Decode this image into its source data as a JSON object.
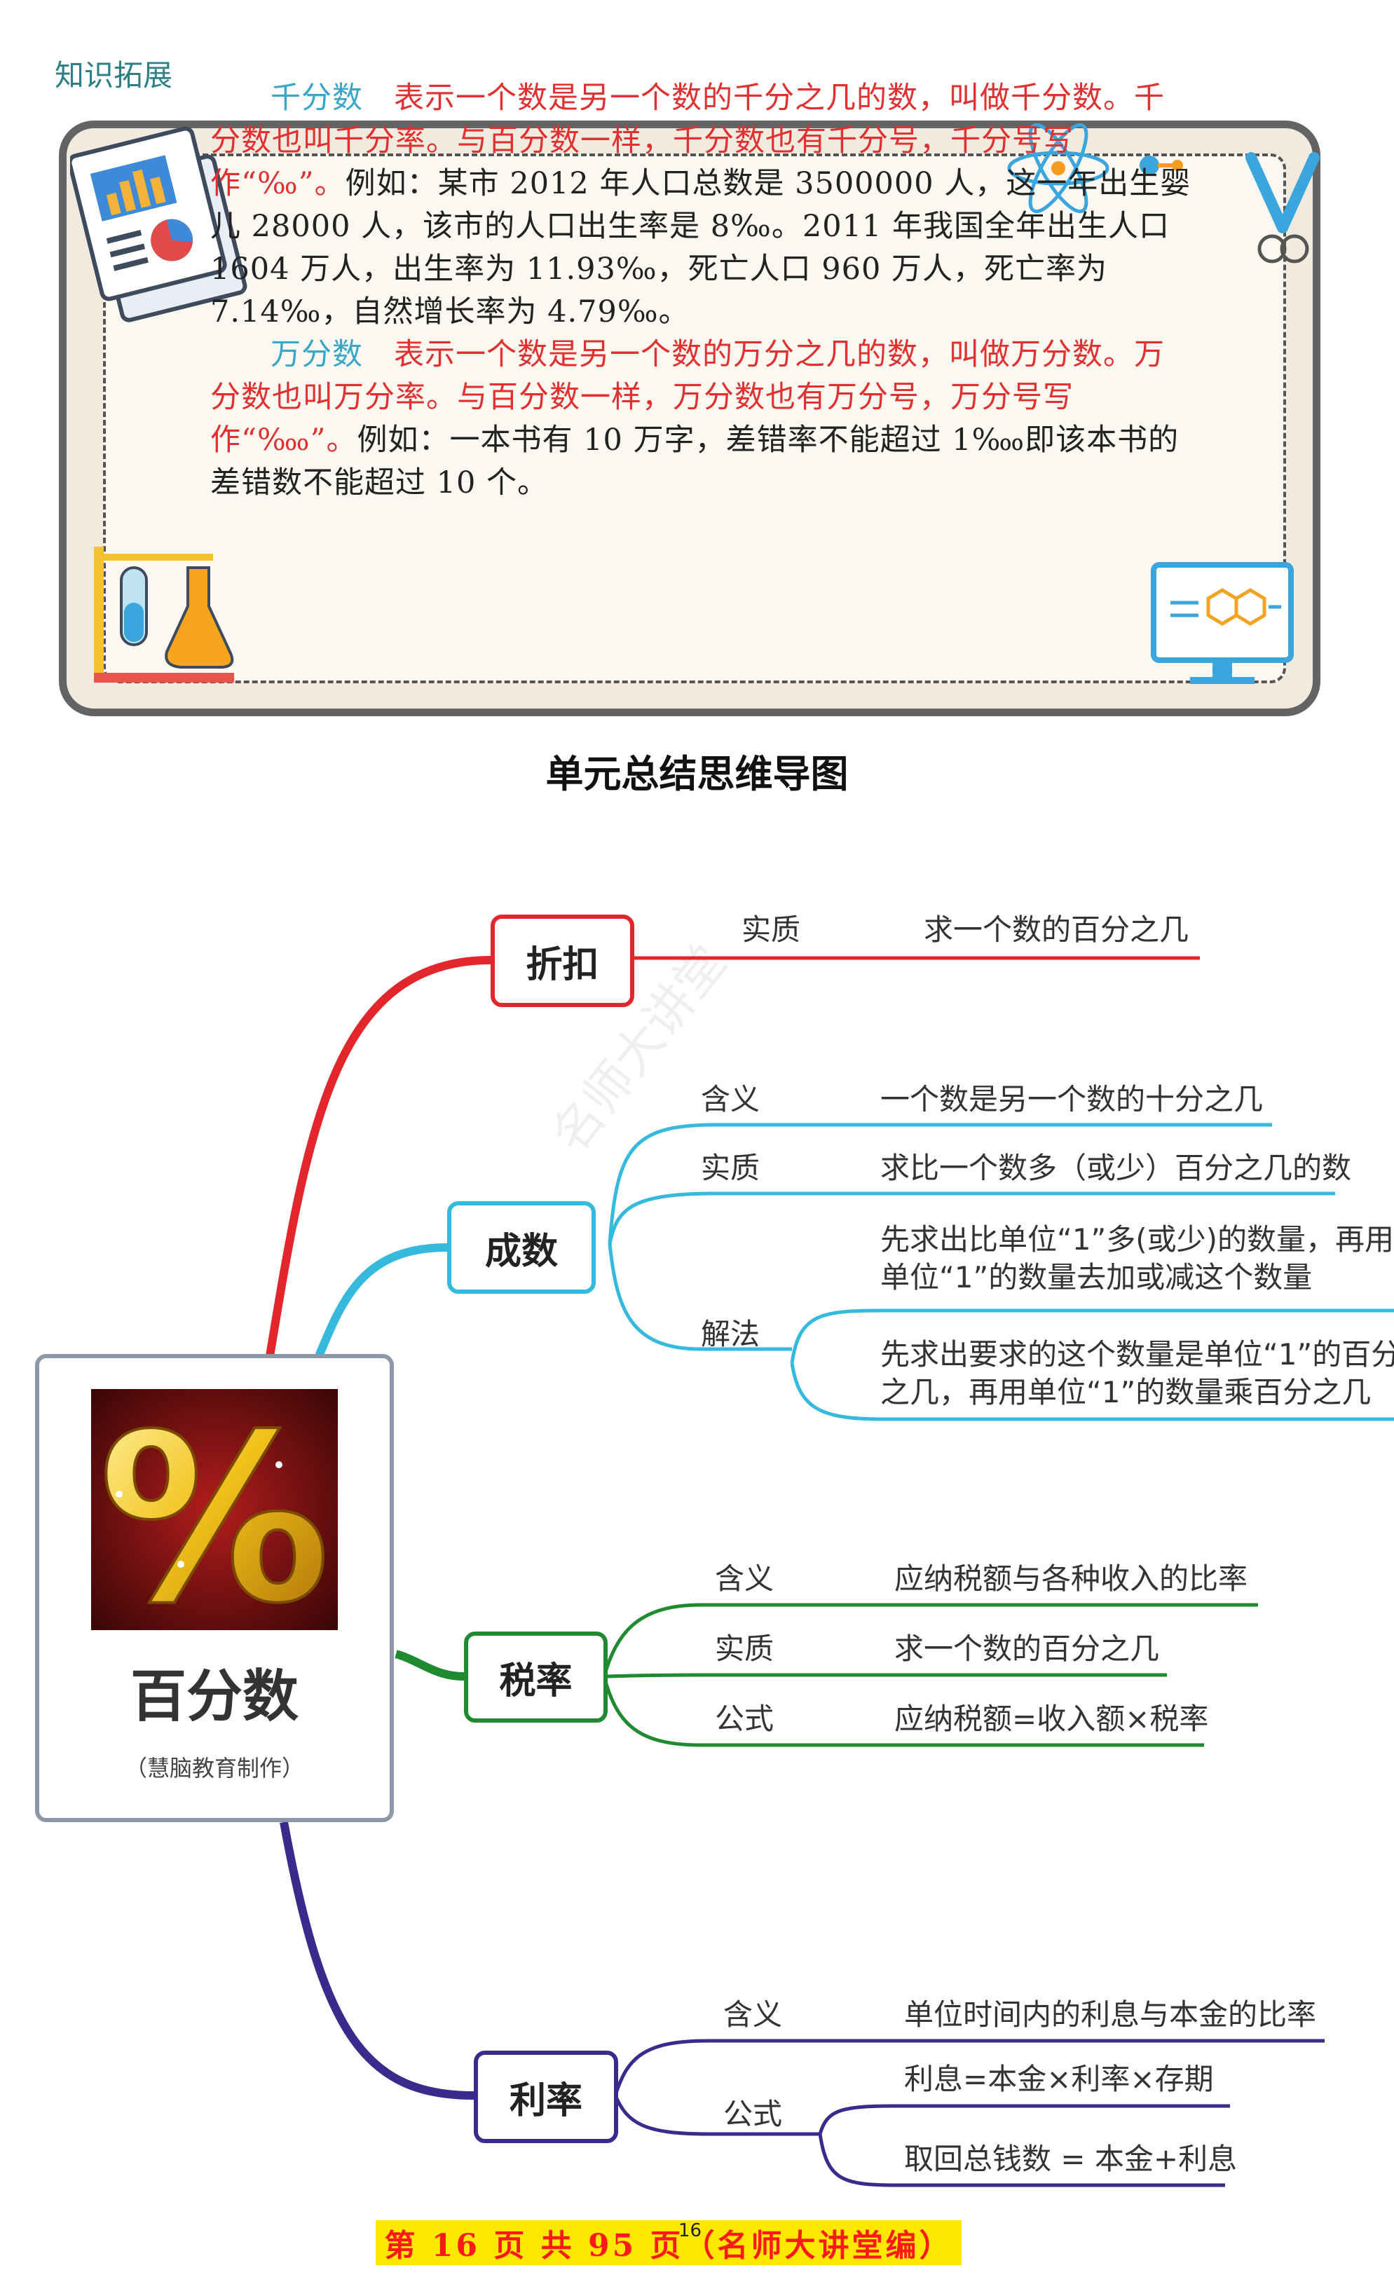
{
  "section_label": "知识拓展",
  "knowledge": {
    "p1": {
      "term": "千分数",
      "red_text": "表示一个数是另一个数的千分之几的数，叫做千分数。千分数也叫千分率。与百分数一样，千分数也有千分号，千分号写作“‰”。",
      "black_text": "例如：某市 2012 年人口总数是 3500000 人，这一年出生婴儿 28000 人，该市的人口出生率是 8‰。2011 年我国全年出生人口 1604 万人，出生率为 11.93‰，死亡人口 960 万人，死亡率为 7.14‰，自然增长率为 4.79‰。"
    },
    "p2": {
      "term": "万分数",
      "red_text": "表示一个数是另一个数的万分之几的数，叫做万分数。万分数也叫万分率。与百分数一样，万分数也有万分号，万分号写作“‱”。",
      "black_text": "例如：一本书有 10 万字，差错率不能超过 1‱即该本书的差错数不能超过 10 个。"
    }
  },
  "mindmap_title": "单元总结思维导图",
  "center": {
    "title": "百分数",
    "subtitle": "（慧脑教育制作）",
    "symbol": "%"
  },
  "colors": {
    "zhekou": "#e2262c",
    "chengshu": "#35b9dc",
    "shuilv": "#1f8a2f",
    "lilv": "#3b2a8c",
    "footer_bg": "#ffe800",
    "footer_text": "#ff1a1a"
  },
  "branches": {
    "zhekou": {
      "name": "折扣",
      "rows": [
        {
          "label": "实质",
          "text": "求一个数的百分之几"
        }
      ]
    },
    "chengshu": {
      "name": "成数",
      "rows": [
        {
          "label": "含义",
          "text": "一个数是另一个数的十分之几"
        },
        {
          "label": "实质",
          "text": "求比一个数多（或少）百分之几的数"
        },
        {
          "label": "解法",
          "text1a": "先求出比单位“1”多(或少)的数量，再用",
          "text1b": "单位“1”的数量去加或减这个数量",
          "text2a": "先求出要求的这个数量是单位“1”的百分",
          "text2b": "之几，再用单位“1”的数量乘百分之几"
        }
      ]
    },
    "shuilv": {
      "name": "税率",
      "rows": [
        {
          "label": "含义",
          "text": "应纳税额与各种收入的比率"
        },
        {
          "label": "实质",
          "text": "求一个数的百分之几"
        },
        {
          "label": "公式",
          "text": "应纳税额=收入额×税率"
        }
      ]
    },
    "lilv": {
      "name": "利率",
      "rows": [
        {
          "label": "含义",
          "text": "单位时间内的利息与本金的比率"
        },
        {
          "label": "公式",
          "text1": "利息=本金×利率×存期",
          "text2": "取回总钱数 = 本金+利息"
        }
      ]
    }
  },
  "watermark": "名师大讲堂",
  "footer": "第 16 页 共 95 页（名师大讲堂编）",
  "page_number": "16",
  "icons": [
    "document-chart-icon",
    "atom-icon",
    "scissors-icon",
    "flask-icon",
    "molecule-monitor-icon"
  ]
}
